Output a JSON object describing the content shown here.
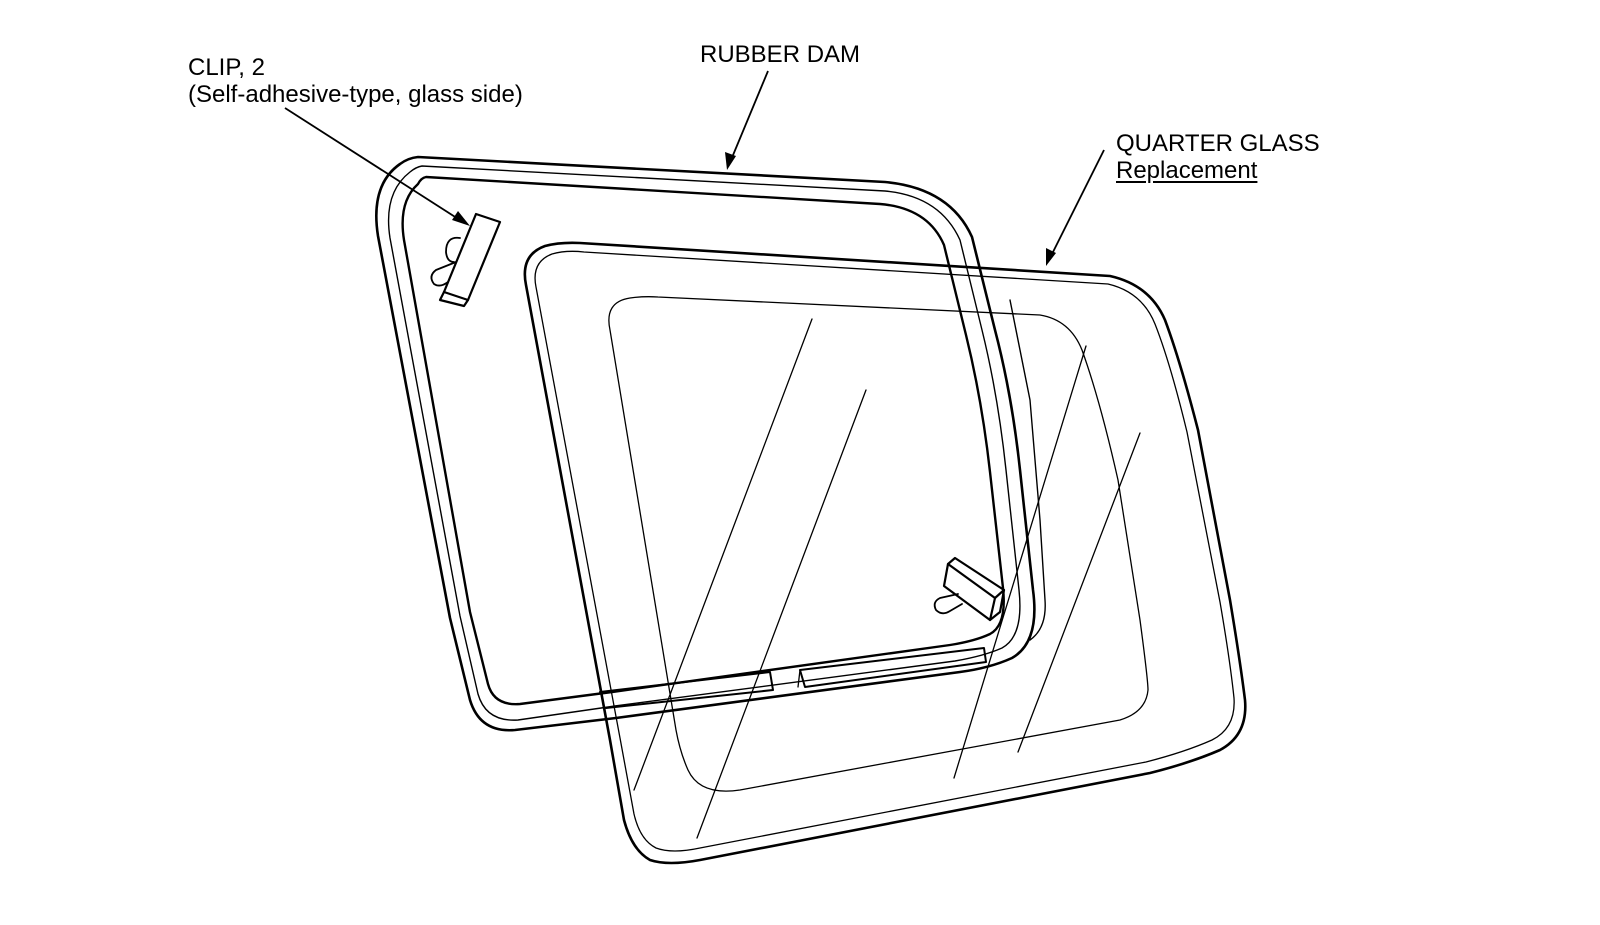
{
  "labels": {
    "clip": {
      "name": "CLIP, 2",
      "detail": "(Self-adhesive-type, glass side)"
    },
    "rubber_dam": "RUBBER DAM",
    "quarter_glass": {
      "name": "QUARTER GLASS",
      "action": "Replacement"
    }
  },
  "colors": {
    "line": "#000000",
    "background": "#ffffff"
  }
}
